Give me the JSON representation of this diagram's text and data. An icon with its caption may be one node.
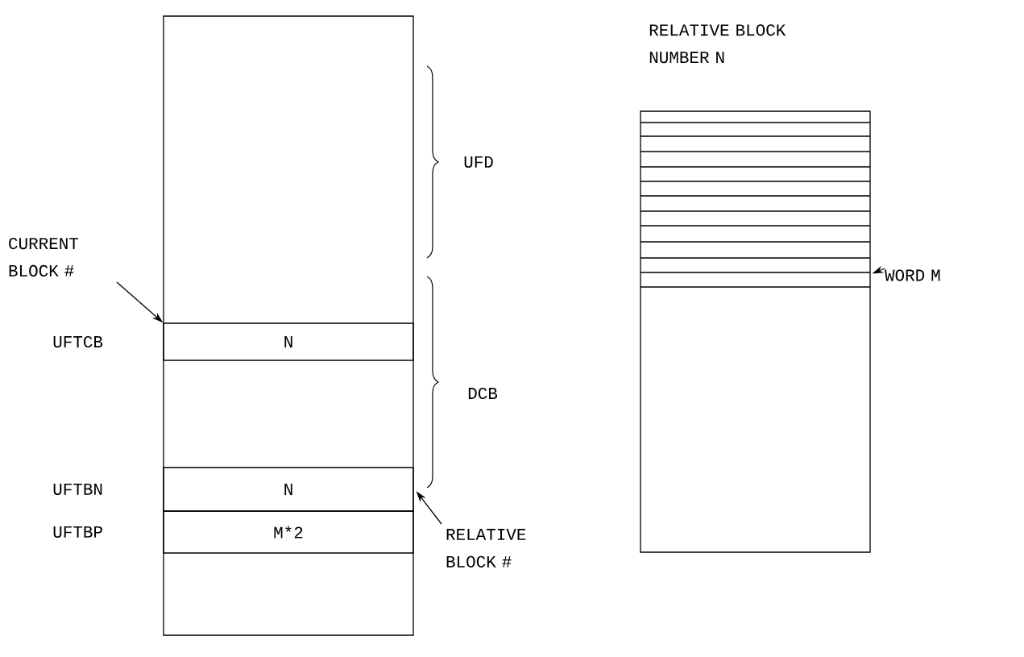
{
  "diagram": {
    "nodes": [
      {
        "text": [],
        "shape": "box"
      },
      {
        "text": [
          "N"
        ],
        "in": 0,
        "beside": [
          "UFTCB"
        ]
      },
      {
        "text": [
          "N"
        ],
        "in": 0,
        "beside": [
          "UFTBN"
        ]
      },
      {
        "text": [
          "M*2"
        ],
        "in": 0,
        "beside": [
          "UFTBP"
        ]
      },
      {
        "text": [
          "CURRENT BLOCK #"
        ]
      },
      {
        "text": [
          "RELATIVE BLOCK #"
        ]
      },
      {
        "text": [
          "RELATIVE BLOCK NUMBER N"
        ]
      },
      {
        "text": [
          "WORD M"
        ]
      }
    ],
    "edges": [
      {
        "from": 4,
        "to": 1,
        "arrow": "to"
      },
      {
        "from": 5,
        "to": 2,
        "arrow": "to"
      },
      {
        "from": 7,
        "to": 6,
        "arrow": "to"
      }
    ],
    "labels": [
      "UFD",
      "DCB"
    ]
  }
}
